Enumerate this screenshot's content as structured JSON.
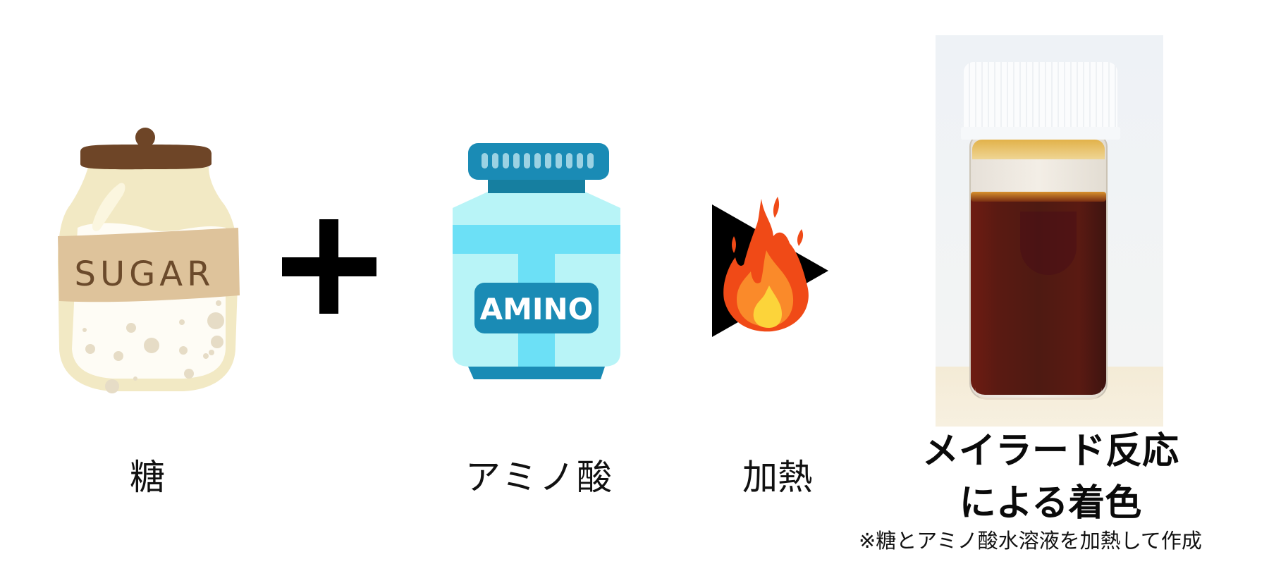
{
  "steps": [
    {
      "id": "sugar",
      "label": "糖",
      "icon": "sugar-jar-icon",
      "icon_text": "SUGAR"
    },
    {
      "id": "amino",
      "label": "アミノ酸",
      "icon": "amino-jar-icon",
      "icon_text": "AMINO"
    },
    {
      "id": "heat",
      "label": "加熱",
      "icon": "flame-arrow-icon"
    }
  ],
  "operator": {
    "symbol": "+",
    "icon": "plus-icon"
  },
  "result": {
    "image": "maillard-vial-photo",
    "title_line1": "メイラード反応",
    "title_line2": "による着色",
    "footnote": "※糖とアミノ酸水溶液を加熱して作成"
  },
  "colors": {
    "sugar_jar": "#F2E9C4",
    "sugar_label": "#DEC39B",
    "sugar_lid": "#6E4527",
    "amino_cap": "#1A8BB5",
    "amino_body": "#B8F4F7",
    "amino_stripe": "#6CE0F6",
    "flame_outer": "#F04A17",
    "flame_mid": "#FA8A2A",
    "flame_inner": "#FCD43A",
    "liquid": "#5A1A12"
  }
}
